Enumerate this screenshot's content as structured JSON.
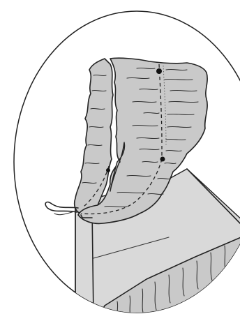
{
  "illustration": {
    "subject": "sewing-step-ruffle-gathering",
    "colors": {
      "background": "#ffffff",
      "fabric": "#c9c9c9",
      "fabric_light": "#d9d9d9",
      "ink": "#222222"
    },
    "markers": [
      "pin-head-top",
      "pin-head-middle",
      "pin-head-bottom"
    ]
  }
}
